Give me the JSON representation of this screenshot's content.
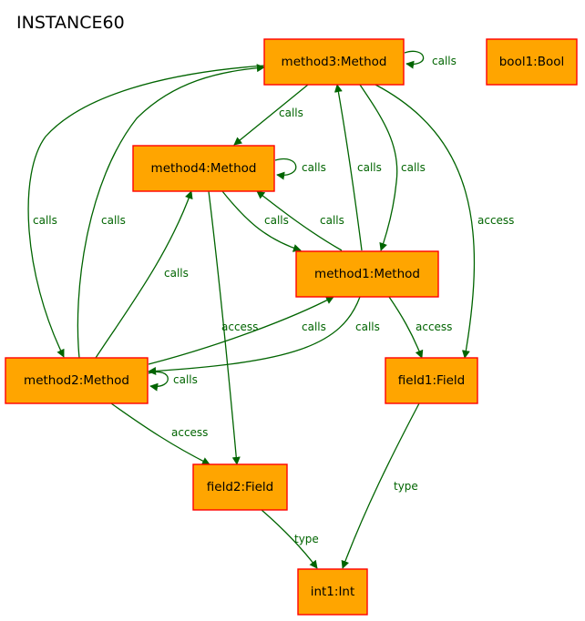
{
  "title": "INSTANCE60",
  "colors": {
    "node_fill": "#ffa500",
    "node_border": "#ff0000",
    "edge": "#006400",
    "edge_label": "#006400"
  },
  "nodes": {
    "method3": "method3:Method",
    "bool1": "bool1:Bool",
    "method4": "method4:Method",
    "method1": "method1:Method",
    "method2": "method2:Method",
    "field1": "field1:Field",
    "field2": "field2:Field",
    "int1": "int1:Int"
  },
  "edges": [
    {
      "from": "method3",
      "to": "method3",
      "label": "calls"
    },
    {
      "from": "method3",
      "to": "method4",
      "label": "calls"
    },
    {
      "from": "method3",
      "to": "method2",
      "label": "calls"
    },
    {
      "from": "method3",
      "to": "method1",
      "label": "calls"
    },
    {
      "from": "method3",
      "to": "field1",
      "label": "access"
    },
    {
      "from": "method4",
      "to": "method4",
      "label": "calls"
    },
    {
      "from": "method4",
      "to": "method1",
      "label": "calls"
    },
    {
      "from": "method4",
      "to": "field2",
      "label": "access"
    },
    {
      "from": "method1",
      "to": "method3",
      "label": "calls"
    },
    {
      "from": "method1",
      "to": "method4",
      "label": "calls"
    },
    {
      "from": "method1",
      "to": "method2",
      "label": "calls"
    },
    {
      "from": "method1",
      "to": "field1",
      "label": "access"
    },
    {
      "from": "method2",
      "to": "method3",
      "label": "calls"
    },
    {
      "from": "method2",
      "to": "method4",
      "label": "calls"
    },
    {
      "from": "method2",
      "to": "method1",
      "label": "calls"
    },
    {
      "from": "method2",
      "to": "method2",
      "label": "calls"
    },
    {
      "from": "method2",
      "to": "field2",
      "label": "access"
    },
    {
      "from": "field1",
      "to": "int1",
      "label": "type"
    },
    {
      "from": "field2",
      "to": "int1",
      "label": "type"
    }
  ]
}
